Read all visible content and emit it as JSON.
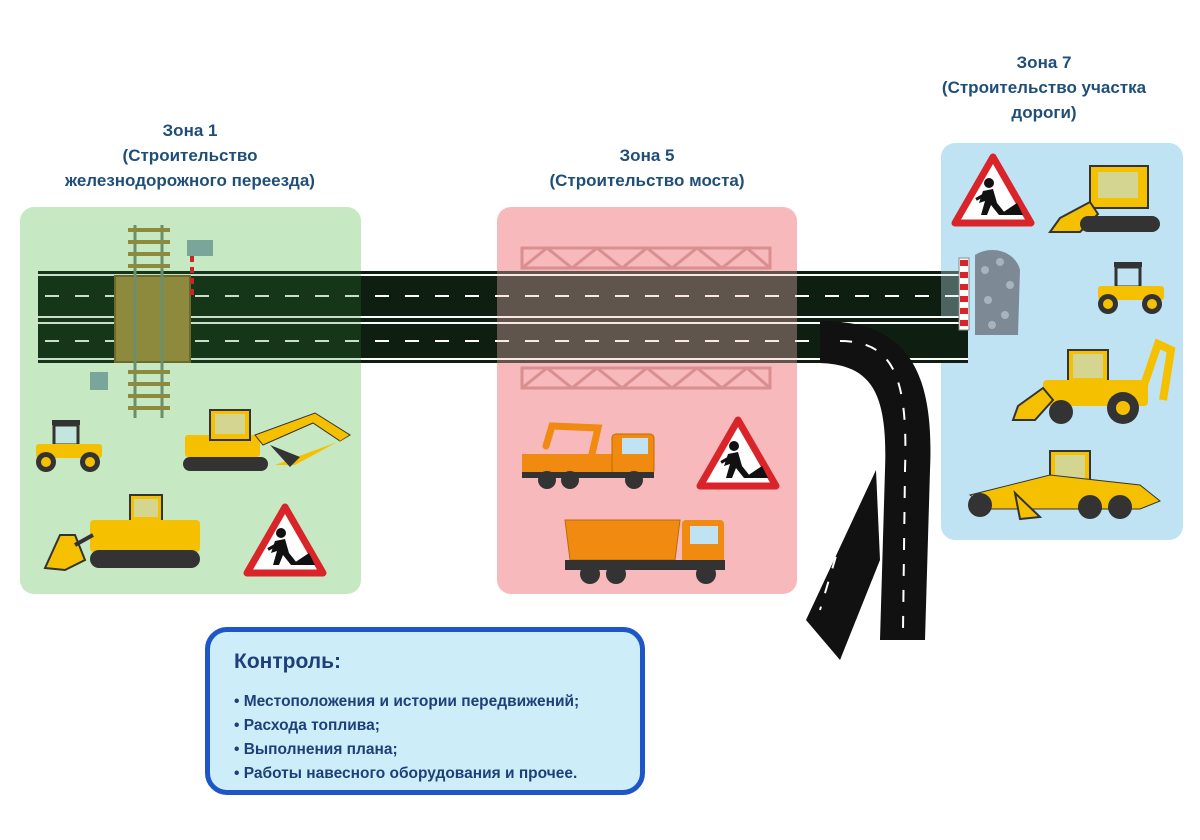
{
  "zones": [
    {
      "lines": [
        "Зона 1",
        "(Строительство",
        "железнодорожного переезда)"
      ]
    },
    {
      "lines": [
        "Зона 5",
        "(Строительство моста)"
      ]
    },
    {
      "lines": [
        "Зона 7",
        "(Строительство участка",
        "дороги)"
      ]
    }
  ],
  "control": {
    "title": "Контроль:",
    "items": [
      "Местоположения и истории передвижений;",
      "Расхода топлива;",
      "Выполнения плана;",
      "Работы навесного оборудования и прочее."
    ]
  },
  "colors": {
    "zone1_bg": "#c6e8c2",
    "zone5_bg": "#f7b9bb",
    "zone7_bg": "#bfe3f3",
    "road": "#111111",
    "machine_yellow": "#f5c000",
    "truck_orange": "#f08a10",
    "warning_red": "#d9252a",
    "title_blue": "#1f4e79",
    "control_border": "#1e56c8"
  },
  "icons": [
    "road-icon",
    "railway-crossing-icon",
    "bridge-truss-icon",
    "road-roller-icon",
    "excavator-icon",
    "bulldozer-icon",
    "road-works-sign-icon",
    "crane-truck-icon",
    "dump-truck-icon",
    "skid-steer-loader-icon",
    "backhoe-loader-icon",
    "motor-grader-icon",
    "gravel-pile-icon",
    "barrier-post-icon"
  ]
}
